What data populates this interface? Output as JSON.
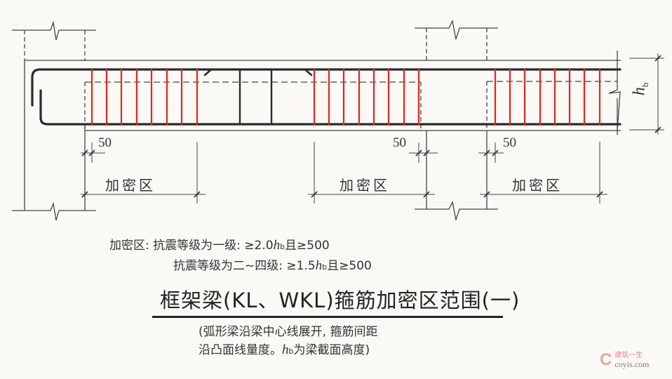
{
  "diagram": {
    "zone_label": "加密区",
    "dimension_50": "50",
    "beam_height_symbol": "h",
    "beam_height_subscript": "b",
    "colors": {
      "stirrup_red": "#e8231c",
      "rebar_dark": "#2a2a2a",
      "line": "#444444",
      "background": "#fbf9f5"
    },
    "zones": [
      {
        "label": "加密区",
        "dim": "50",
        "stirrups_x": [
          131,
          152,
          173,
          195,
          216,
          238,
          259,
          281
        ]
      },
      {
        "label": "加密区",
        "dim": "50",
        "stirrups_x": [
          448,
          469,
          490,
          512,
          533,
          554,
          576,
          597
        ]
      },
      {
        "label": "加密区",
        "dim": "50",
        "stirrups_x": [
          706,
          727,
          748,
          770,
          791,
          812,
          833,
          855
        ]
      }
    ],
    "middle_stirrups_x": [
      342,
      387
    ]
  },
  "notes": {
    "prefix": "加密区:",
    "line1_text": "抗震等级为一级:",
    "line1_value_a": "≥2.0",
    "line1_value_b": "且≥500",
    "line2_text": "抗震等级为二~四级:",
    "line2_value_a": "≥1.5",
    "line2_value_b": "且≥500"
  },
  "title": "框架梁(KL、WKL)箍筋加密区范围(一)",
  "subtitle": {
    "line1": "(弧形梁沿梁中心线展开, 箍筋间距",
    "line2_a": "沿凸面线量度。",
    "line2_b": "为梁截面高度)"
  },
  "watermark": {
    "logo": "C",
    "cn": "建筑一生",
    "url": "coyis.com"
  }
}
